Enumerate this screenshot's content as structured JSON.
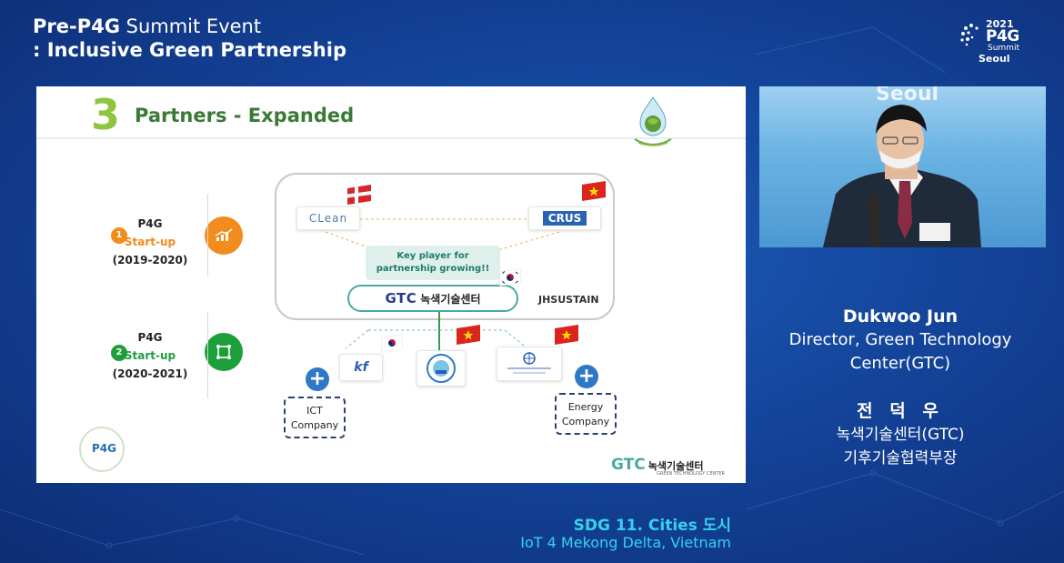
{
  "event": {
    "title_line1_bold": "Pre-P4G",
    "title_line1_rest": " Summit Event",
    "title_line2": ": Inclusive Green Partnership"
  },
  "logo": {
    "year": "2021",
    "name": "P4G",
    "summit": "Summit",
    "city": "Seoul"
  },
  "slide": {
    "number": "3",
    "title": "Partners - Expanded",
    "phases": [
      {
        "num": "1",
        "name": "P4G",
        "stage": "Start-up",
        "years": "(2019-2020)",
        "color": "#f28c1d"
      },
      {
        "num": "2",
        "name": "P4G",
        "stage": "Start-up",
        "years": "(2020-2021)",
        "color": "#1f9e3c"
      }
    ],
    "partners": {
      "clean": "CLean",
      "crus": "CRUS",
      "jh": "JHSUSTAIN",
      "kf": "kf"
    },
    "key_player": {
      "line1": "Key player for",
      "line2": "partnership growing!!"
    },
    "gtc": {
      "en": "GTC",
      "kr": "녹색기술센터",
      "sub": "GREEN TECHNOLOGY CENTER"
    },
    "companies": [
      {
        "line1": "ICT",
        "line2": "Company"
      },
      {
        "line1": "Energy",
        "line2": "Company"
      }
    ],
    "seal": "P4G"
  },
  "speaker": {
    "backdrop_text": "Seoul",
    "name": "Dukwoo Jun",
    "title_line1": "Director, Green Technology",
    "title_line2": "Center(GTC)",
    "korean_name": "전 덕 우",
    "korean_org": "녹색기술센터(GTC)",
    "korean_title": "기후기술협력부장"
  },
  "session": {
    "sdg": "SDG 11. Cities 도시",
    "subtitle": "IoT 4 Mekong Delta, Vietnam"
  },
  "colors": {
    "background": "#14449a",
    "accent_cyan": "#33d3ee",
    "slide_green": "#3a7a36",
    "number_green": "#8fc43f"
  }
}
